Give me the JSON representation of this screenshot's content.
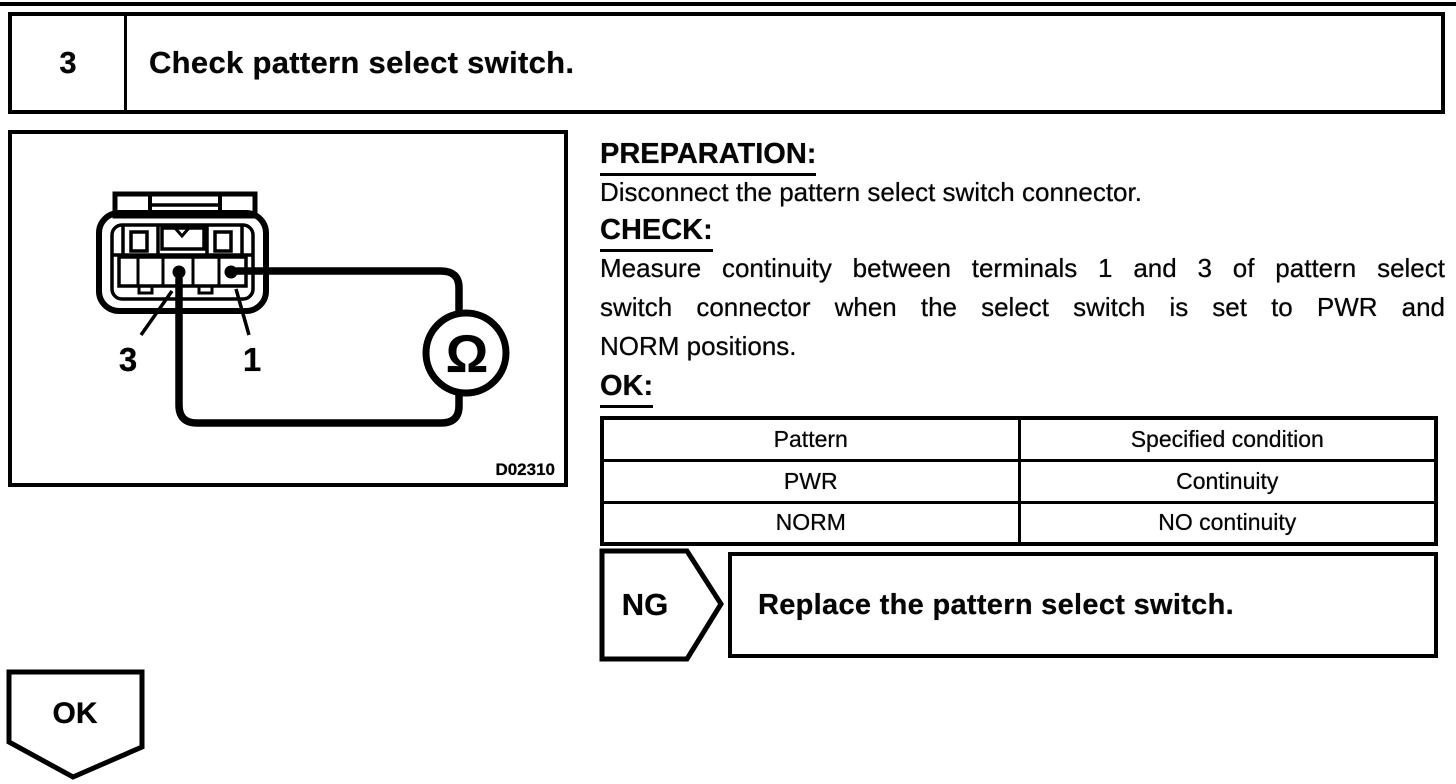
{
  "step_header": {
    "number": "3",
    "title": "Check pattern select switch."
  },
  "diagram": {
    "terminal_left_label": "3",
    "terminal_right_label": "1",
    "ohm_symbol": "Ω",
    "figure_code": "D02310"
  },
  "instructions": {
    "preparation_heading": "PREPARATION:",
    "preparation_text": "Disconnect the pattern select switch connector.",
    "check_heading": "CHECK:",
    "check_lines": [
      "Measure continuity between terminals 1 and 3 of pattern select",
      "switch connector when the select switch is set to PWR and",
      "NORM positions."
    ],
    "ok_heading": "OK:"
  },
  "ok_table": {
    "headers": [
      "Pattern",
      "Specified condition"
    ],
    "rows": [
      [
        "PWR",
        "Continuity"
      ],
      [
        "NORM",
        "NO continuity"
      ]
    ]
  },
  "ng": {
    "label": "NG",
    "action": "Replace the pattern select switch."
  },
  "ok": {
    "label": "OK"
  },
  "colors": {
    "ink": "#060606",
    "paper": "#ffffff"
  }
}
